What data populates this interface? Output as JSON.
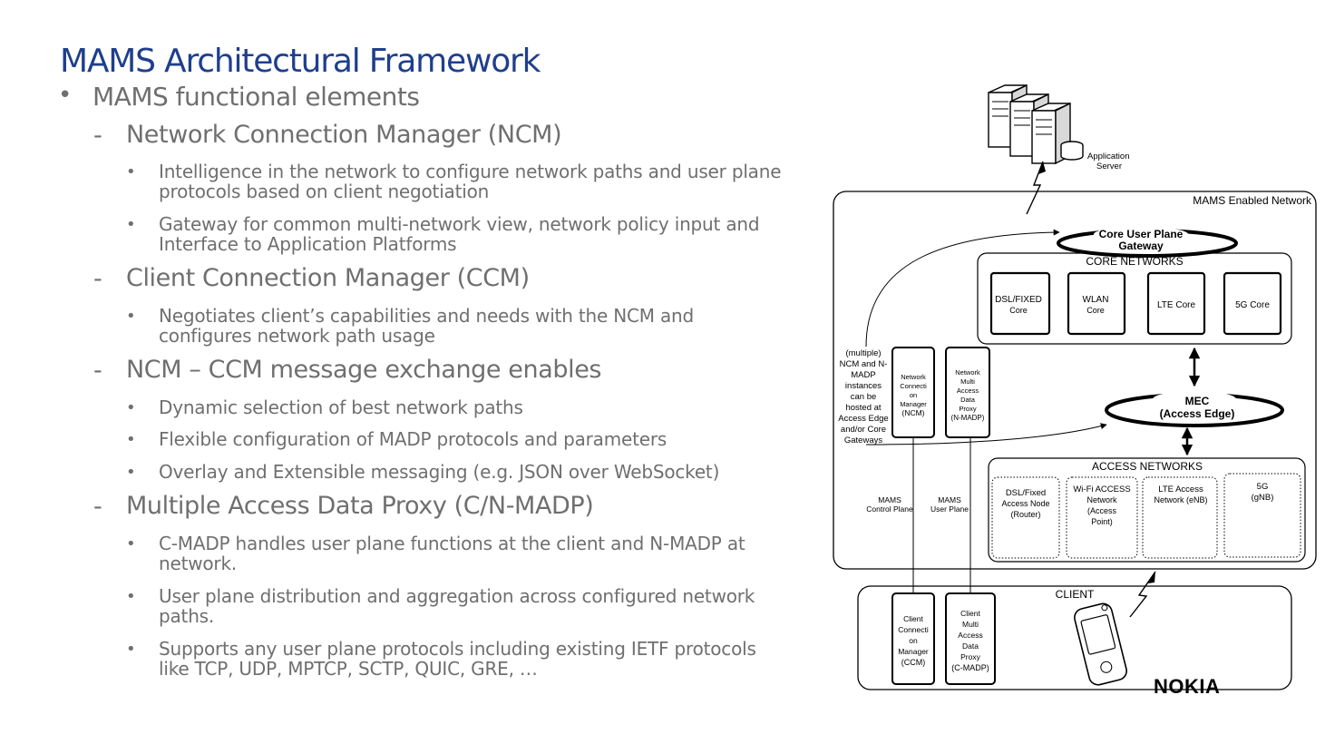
{
  "title": "MAMS Architectural Framework",
  "bullets": {
    "marker_dot": "•",
    "marker_dash": "-",
    "l1": "MAMS functional elements",
    "ncm": {
      "heading": "Network Connection Manager (NCM)",
      "items": [
        "Intelligence in the network to configure network paths and user plane protocols based on client negotiation",
        "Gateway for common multi-network view, network policy input and Interface to Application Platforms"
      ]
    },
    "ccm": {
      "heading": "Client Connection Manager (CCM)",
      "items": [
        "Negotiates client’s capabilities and needs with the NCM and configures network path usage"
      ]
    },
    "exchange": {
      "heading": "NCM – CCM message exchange enables",
      "items": [
        "Dynamic selection of best network paths",
        "Flexible configuration of MADP protocols and parameters",
        "Overlay and Extensible messaging (e.g. JSON over WebSocket)"
      ]
    },
    "madp": {
      "heading": "Multiple Access Data Proxy (C/N-MADP)",
      "items": [
        "C-MADP handles user plane functions at the client and N-MADP at network.",
        "User plane distribution and aggregation across configured network paths.",
        "Supports any user plane protocols including existing IETF protocols like TCP, UDP, MPTCP, SCTP, QUIC, GRE, …"
      ]
    }
  },
  "diagram": {
    "app_server": [
      "Application",
      "Server"
    ],
    "mams_network": "MAMS Enabled Network",
    "core_gateway": [
      "Core User Plane",
      "Gateway"
    ],
    "core_networks": "CORE NETWORKS",
    "cores": [
      [
        "DSL/FIXED",
        "Core"
      ],
      [
        "WLAN",
        "Core"
      ],
      [
        "LTE Core"
      ],
      [
        "5G Core"
      ]
    ],
    "multiple_note": [
      "(multiple)",
      "NCM and N-",
      "MADP",
      "instances",
      "can be",
      "hosted at",
      "Access Edge",
      "and/or Core",
      "Gateways"
    ],
    "ncm_box": [
      "Network",
      "Connecti",
      "on",
      "Manager",
      "(NCM)"
    ],
    "nmadp_box": [
      "Network",
      "Multi",
      "Access",
      "Data",
      "Proxy",
      "(N-MADP)"
    ],
    "mec": [
      "MEC",
      "(Access Edge)"
    ],
    "access_networks": "ACCESS NETWORKS",
    "access": [
      [
        "DSL/Fixed",
        "Access Node",
        "(Router)"
      ],
      [
        "Wi-Fi ACCESS",
        "Network",
        "(Access",
        "Point)"
      ],
      [
        "LTE Access",
        "Network (eNB)"
      ],
      [
        "5G",
        "(gNB)"
      ]
    ],
    "control_plane": [
      "MAMS",
      "Control Plane"
    ],
    "user_plane": [
      "MAMS",
      "User Plane"
    ],
    "client": "CLIENT",
    "ccm_box": [
      "Client",
      "Connecti",
      "on",
      "Manager",
      "(CCM)"
    ],
    "cmadp_box": [
      "Client",
      "Multi",
      "Access",
      "Data",
      "Proxy",
      "(C-MADP)"
    ],
    "logo": "NOKIA",
    "logo_color": "#124191"
  }
}
